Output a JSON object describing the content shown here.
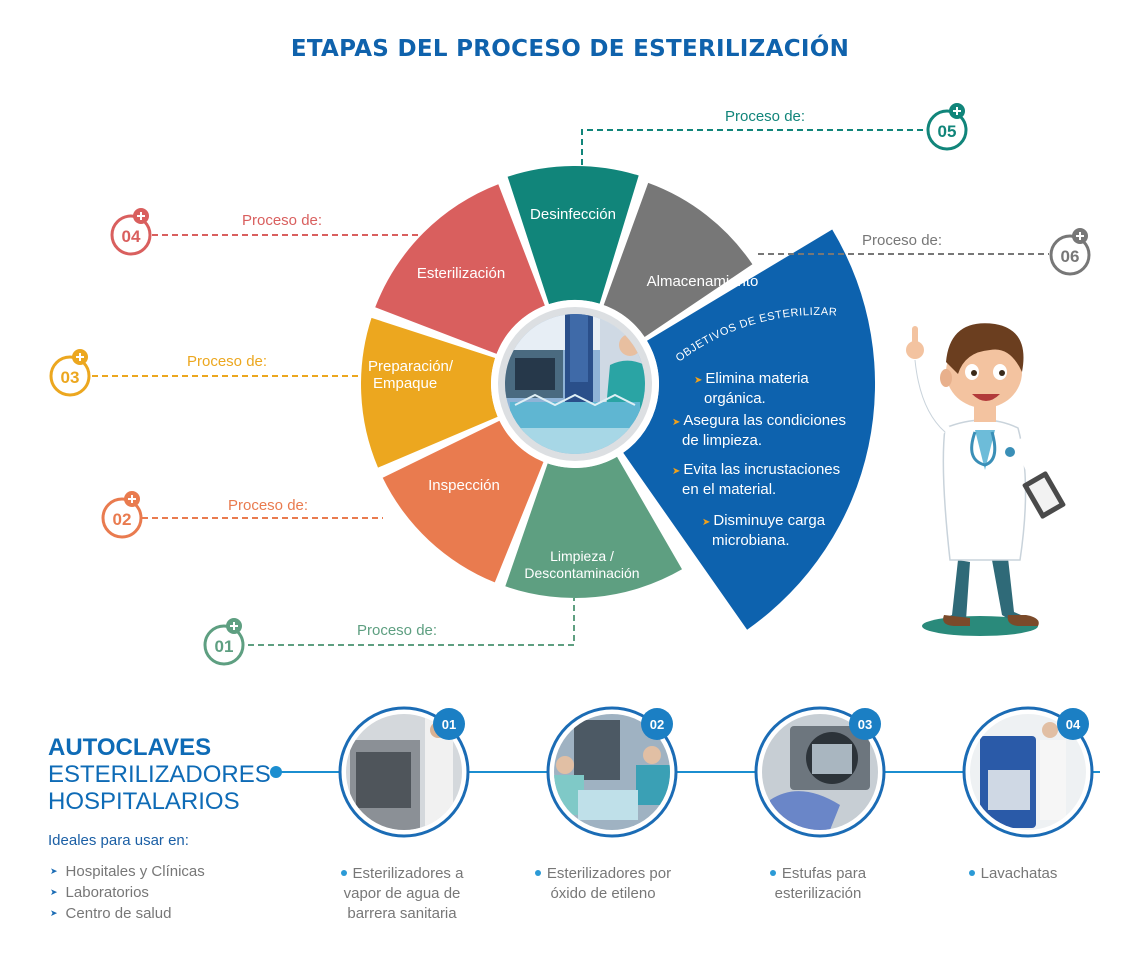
{
  "title": "ETAPAS DEL PROCESO DE ESTERILIZACIÓN",
  "colors": {
    "title": "#0f62ac",
    "limpieza": "#5e9f81",
    "inspeccion": "#e97b4f",
    "preparacion": "#eca71f",
    "esterilizacion": "#d95f5e",
    "desinfeccion": "#11857a",
    "almacenamiento": "#777777",
    "objetivos": "#0d62ae"
  },
  "stages": [
    {
      "num": "01",
      "name": "Limpieza / Descontaminación",
      "line1": "Limpieza /",
      "line2": "Descontaminación",
      "process_label": "Proceso de:",
      "color": "#5e9f81"
    },
    {
      "num": "02",
      "name": "Inspección",
      "process_label": "Proceso de:",
      "color": "#e97b4f"
    },
    {
      "num": "03",
      "name": "Preparación/ Empaque",
      "line1": "Preparación/",
      "line2": "Empaque",
      "process_label": "Proceso de:",
      "color": "#eca71f"
    },
    {
      "num": "04",
      "name": "Esterilización",
      "process_label": "Proceso de:",
      "color": "#d95f5e"
    },
    {
      "num": "05",
      "name": "Desinfección",
      "process_label": "Proceso de:",
      "color": "#11857a"
    },
    {
      "num": "06",
      "name": "Almacenamiento",
      "process_label": "Proceso de:",
      "color": "#777777"
    }
  ],
  "center_image": {
    "icon": "hospital-sterilization-room-photo"
  },
  "objectives": {
    "title": "OBJETIVOS DE ESTERILIZAR",
    "items": [
      {
        "l1": "Elimina materia",
        "l2": "orgánica."
      },
      {
        "l1": "Asegura las  condiciones",
        "l2": "de limpieza."
      },
      {
        "l1": "Evita las incrustaciones",
        "l2": "en el material."
      },
      {
        "l1": "Disminuye carga",
        "l2": "microbiana."
      }
    ]
  },
  "doctor": {
    "icon": "doctor-cartoon-illustration"
  },
  "autoclaves": {
    "title_bold": "AUTOCLAVES",
    "title_line2": "ESTERILIZADORES",
    "title_line3": "HOSPITALARIOS",
    "ideal_label": "Ideales para usar en:",
    "uses": [
      "Hospitales y Clínicas",
      "Laboratorios",
      "Centro de salud"
    ]
  },
  "equipment": [
    {
      "num": "01",
      "l1": "Esterilizadores a",
      "l2": "vapor de agua de",
      "l3": "barrera sanitaria",
      "icon": "steam-sterilizer-photo"
    },
    {
      "num": "02",
      "l1": "Esterilizadores por",
      "l2": "óxido de etileno",
      "l3": "",
      "icon": "ethylene-oxide-sterilizer-photo"
    },
    {
      "num": "03",
      "l1": "Estufas para",
      "l2": "esterilización",
      "l3": "",
      "icon": "sterilization-oven-photo"
    },
    {
      "num": "04",
      "l1": "Lavachatas",
      "l2": "",
      "l3": "",
      "icon": "bedpan-washer-photo"
    }
  ]
}
